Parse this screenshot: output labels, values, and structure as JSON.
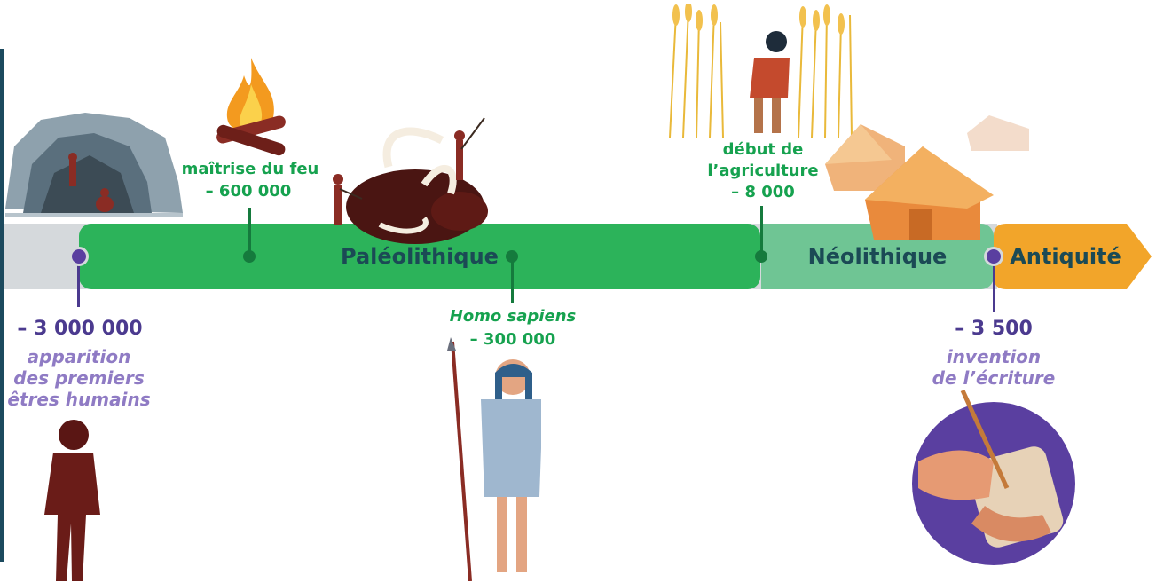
{
  "timeline": {
    "periods": {
      "paleolithique": "Paléolithique",
      "neolithique": "Néolithique",
      "antiquite": "Antiquité"
    },
    "events": {
      "first_humans": {
        "date": "– 3 000 000",
        "caption_line1": "apparition",
        "caption_line2": "des premiers",
        "caption_line3": "êtres humains"
      },
      "fire": {
        "label": "maîtrise du feu",
        "date": "– 600 000"
      },
      "sapiens": {
        "label": "Homo sapiens",
        "date": "– 300 000"
      },
      "agriculture": {
        "label_line1": "début de",
        "label_line2": "l’agriculture",
        "date": "– 8 000"
      },
      "writing": {
        "date": "– 3 500",
        "caption_line1": "invention",
        "caption_line2": "de l’écriture"
      }
    }
  },
  "colors": {
    "paleolithique": "#2cb35a",
    "neolithique": "#6fc594",
    "antiquite": "#f2a52a",
    "purple": "#4b3a8f",
    "green_text": "#16a24f"
  },
  "illustrations": [
    "cave-icon",
    "fire-icon",
    "mammoth-hunt-icon",
    "harvest-icon",
    "huts-icon",
    "early-human-icon",
    "sapiens-icon",
    "writing-tablet-icon"
  ]
}
